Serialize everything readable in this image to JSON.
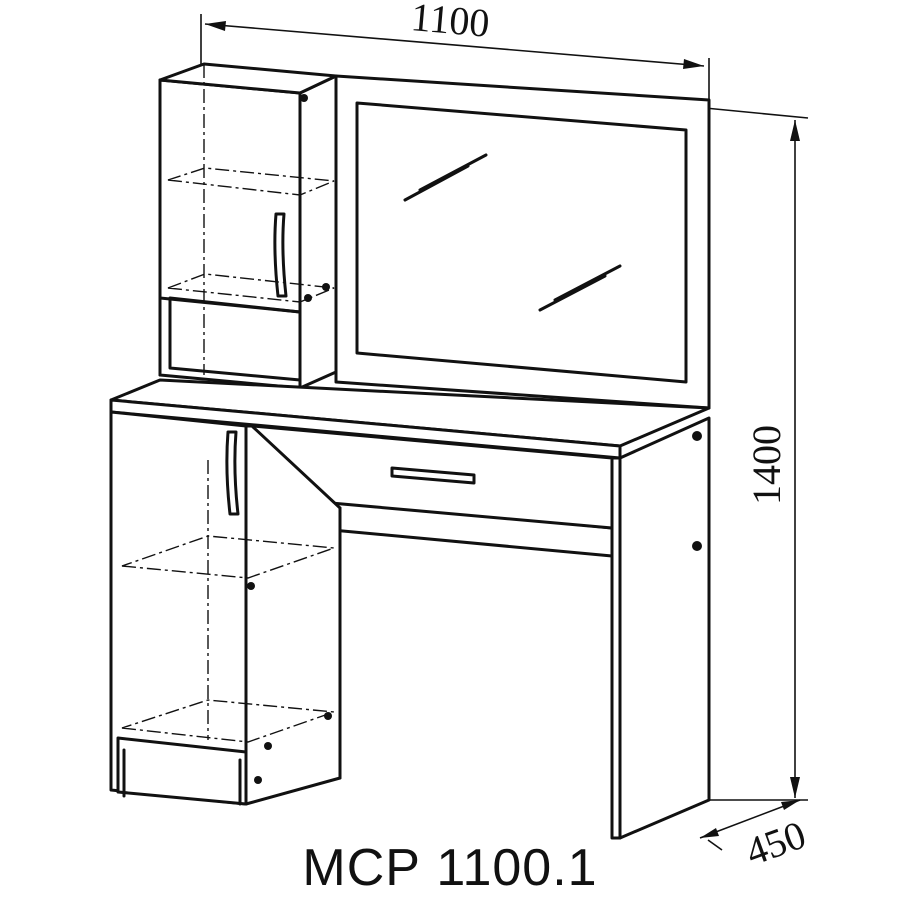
{
  "dimensions": {
    "width": "1100",
    "height": "1400",
    "depth": "450"
  },
  "model": "МСР 1100.1",
  "colors": {
    "line": "#111111",
    "background": "#ffffff"
  }
}
